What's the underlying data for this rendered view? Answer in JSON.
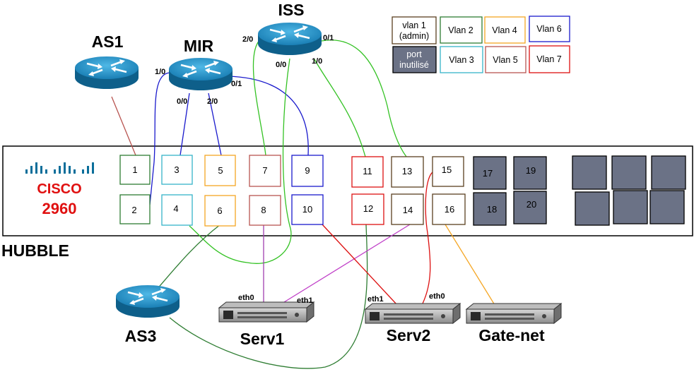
{
  "switch": {
    "brand": "CISCO",
    "model": "2960",
    "name": "HUBBLE"
  },
  "routers": {
    "as1": "AS1",
    "mir": "MIR",
    "iss": "ISS",
    "as3": "AS3"
  },
  "servers": {
    "serv1": "Serv1",
    "serv2": "Serv2",
    "gatenet": "Gate-net"
  },
  "interfaces": {
    "mir_1_0": "1/0",
    "mir_0_0": "0/0",
    "mir_2_0": "2/0",
    "mir_0_1": "0/1",
    "iss_2_0": "2/0",
    "iss_0_0": "0/0",
    "iss_1_0": "1/0",
    "iss_0_1": "0/1",
    "serv1_eth0": "eth0",
    "serv1_eth1": "eth1",
    "serv2_eth1": "eth1",
    "serv2_eth0": "eth0"
  },
  "ports": {
    "p1": "1",
    "p2": "2",
    "p3": "3",
    "p4": "4",
    "p5": "5",
    "p6": "6",
    "p7": "7",
    "p8": "8",
    "p9": "9",
    "p10": "10",
    "p11": "11",
    "p12": "12",
    "p13": "13",
    "p14": "14",
    "p15": "15",
    "p16": "16",
    "p17": "17",
    "p18": "18",
    "p19": "19",
    "p20": "20"
  },
  "legend": {
    "vlan1_line1": "vlan 1",
    "vlan1_line2": "(admin)",
    "vlan2": "Vlan 2",
    "vlan3": "Vlan 3",
    "vlan4": "Vlan 4",
    "vlan5": "Vlan 5",
    "vlan6": "Vlan 6",
    "vlan7": "Vlan 7",
    "unused_line1": "port",
    "unused_line2": "inutilisé"
  },
  "colors": {
    "vlan1": "#5a4020",
    "vlan2": "#2e7d32",
    "vlan3": "#36b3c8",
    "vlan4": "#f5a623",
    "vlan5": "#b85450",
    "vlan6": "#1a1acc",
    "vlan7": "#dd1111",
    "unused": "#6b7286",
    "cisco_red": "#e01010",
    "cisco_blue": "#0a6e9a",
    "router": "#1f8fc4"
  }
}
